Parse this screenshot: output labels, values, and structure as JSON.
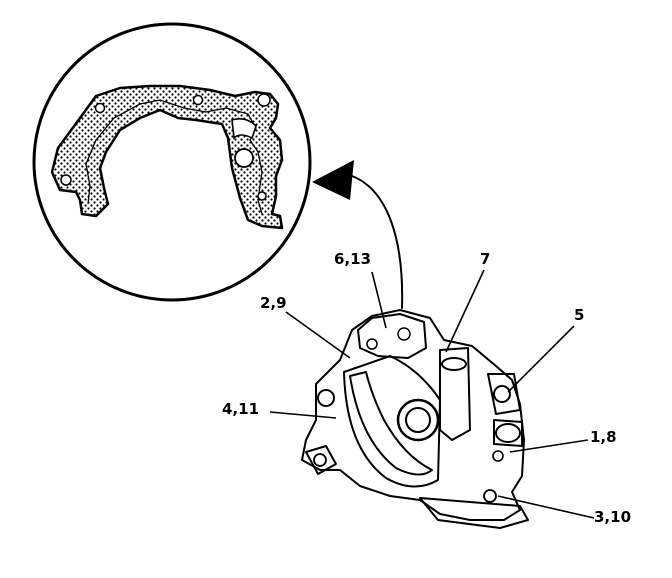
{
  "callouts": [
    {
      "id": "c1",
      "text": "6,13"
    },
    {
      "id": "c2",
      "text": "7"
    },
    {
      "id": "c3",
      "text": "2,9"
    },
    {
      "id": "c4",
      "text": "5"
    },
    {
      "id": "c5",
      "text": "4,11"
    },
    {
      "id": "c6",
      "text": "1,8"
    },
    {
      "id": "c7",
      "text": "3,10"
    }
  ],
  "colors": {
    "ink": "#000000",
    "paper": "#ffffff",
    "gasket_fill": "#8a8a8a"
  }
}
